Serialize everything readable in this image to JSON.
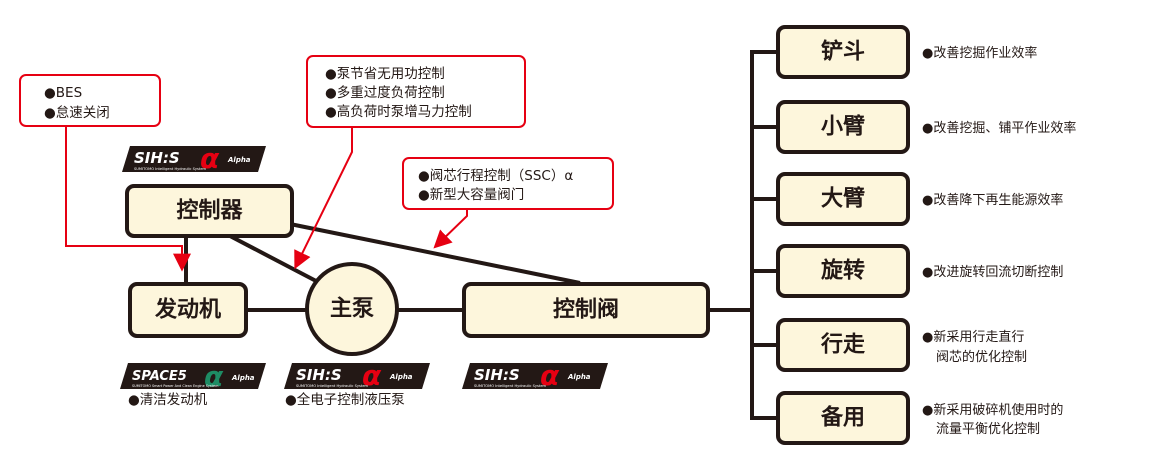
{
  "colors": {
    "box_fill": "#fdf6dc",
    "stroke": "#231815",
    "red": "#e60012",
    "logo_green": "#1e8c64"
  },
  "nodes": {
    "controller": "控制器",
    "engine": "发动机",
    "main_pump": "主泵",
    "control_valve": "控制阀"
  },
  "notes": {
    "engine_note": {
      "line1": "●BES",
      "line2": "●怠速关闭"
    },
    "pump_note": {
      "line1": "●泵节省无用功控制",
      "line2": "●多重过度负荷控制",
      "line3": "●高负荷时泵增马力控制"
    },
    "valve_note": {
      "line1": "●阀芯行程控制（SSC）α",
      "line2": "●新型大容量阀门"
    }
  },
  "logos": {
    "sihis_word": "SIH:S",
    "sihis_alpha": "α",
    "sihis_alpha_label": "Alpha",
    "sihis_sub": "SUMITOMO Intelligent Hydraulic System",
    "space5_word": "SPACE5",
    "space5_alpha": "α",
    "space5_alpha_label": "Alpha",
    "space5_sub": "SUMITOMO Smart Power And Clean Engine System"
  },
  "captions": {
    "engine_caption": "●清洁发动机",
    "pump_caption": "●全电子控制液压泵"
  },
  "functions": [
    {
      "name": "铲斗",
      "desc1": "●改善挖掘作业效率",
      "desc2": ""
    },
    {
      "name": "小臂",
      "desc1": "●改善挖掘、铺平作业效率",
      "desc2": ""
    },
    {
      "name": "大臂",
      "desc1": "●改善降下再生能源效率",
      "desc2": ""
    },
    {
      "name": "旋转",
      "desc1": "●改进旋转回流切断控制",
      "desc2": ""
    },
    {
      "name": "行走",
      "desc1": "●新采用行走直行",
      "desc2": "阀芯的优化控制"
    },
    {
      "name": "备用",
      "desc1": "●新采用破碎机使用时的",
      "desc2": "流量平衡优化控制"
    }
  ]
}
